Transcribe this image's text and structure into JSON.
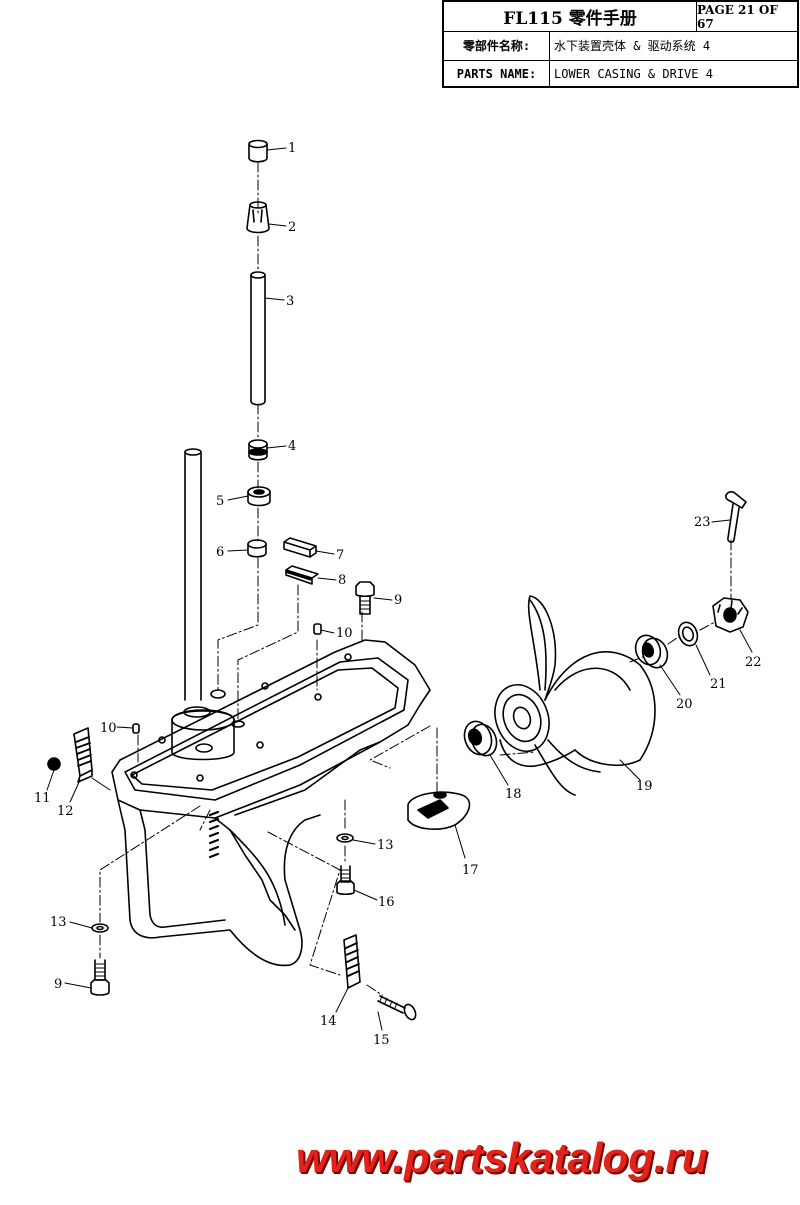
{
  "header": {
    "title": "FL115 零件手册",
    "page": "PAGE 21 OF 67",
    "name_cn_label": "零部件名称:",
    "name_cn_value": "水下装置壳体 & 驱动系统 4",
    "name_en_label": "PARTS NAME:",
    "name_en_value": "LOWER CASING & DRIVE 4"
  },
  "callouts": [
    "1",
    "2",
    "3",
    "4",
    "5",
    "6",
    "7",
    "8",
    "9",
    "10",
    "10",
    "11",
    "12",
    "13",
    "14",
    "15",
    "16",
    "13",
    "17",
    "18",
    "19",
    "20",
    "21",
    "22",
    "23",
    "9"
  ],
  "watermark": "www.partskatalog.ru"
}
